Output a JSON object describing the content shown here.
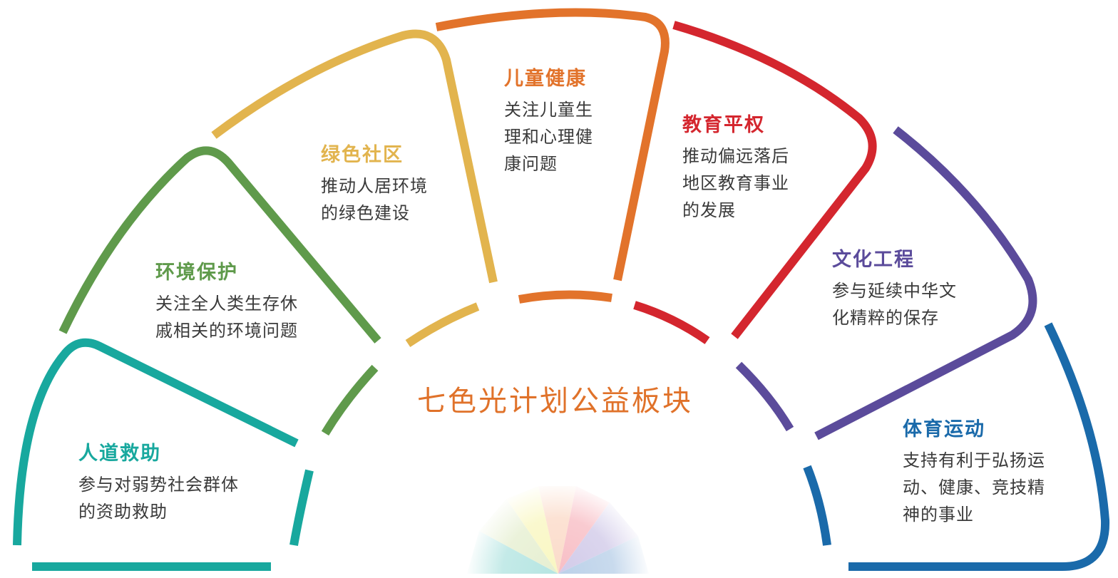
{
  "title": "七色光计划公益板块",
  "colors": {
    "teal": "#18a89e",
    "green": "#5f9a4b",
    "yellow": "#e2b44e",
    "orange": "#e2732b",
    "red": "#d4262e",
    "purple": "#5b4b9b",
    "blue": "#1a6aaa"
  },
  "sections": [
    {
      "heading": "人道救助",
      "lines": [
        "参与对弱势社会群体",
        "的资助救助"
      ]
    },
    {
      "heading": "环境保护",
      "lines": [
        "关注全人类生存休",
        "戚相关的环境问题"
      ]
    },
    {
      "heading": "绿色社区",
      "lines": [
        "推动人居环境",
        "的绿色建设"
      ]
    },
    {
      "heading": "儿童健康",
      "lines": [
        "关注儿童生",
        "理和心理健",
        "康问题"
      ]
    },
    {
      "heading": "教育平权",
      "lines": [
        "推动偏远落后",
        "地区教育事业",
        "的发展"
      ]
    },
    {
      "heading": "文化工程",
      "lines": [
        "参与延续中华文",
        "化精粹的保存"
      ]
    },
    {
      "heading": "体育运动",
      "lines": [
        "支持有利于弘扬运",
        "动、健康、竞技精",
        "神的事业"
      ]
    }
  ]
}
